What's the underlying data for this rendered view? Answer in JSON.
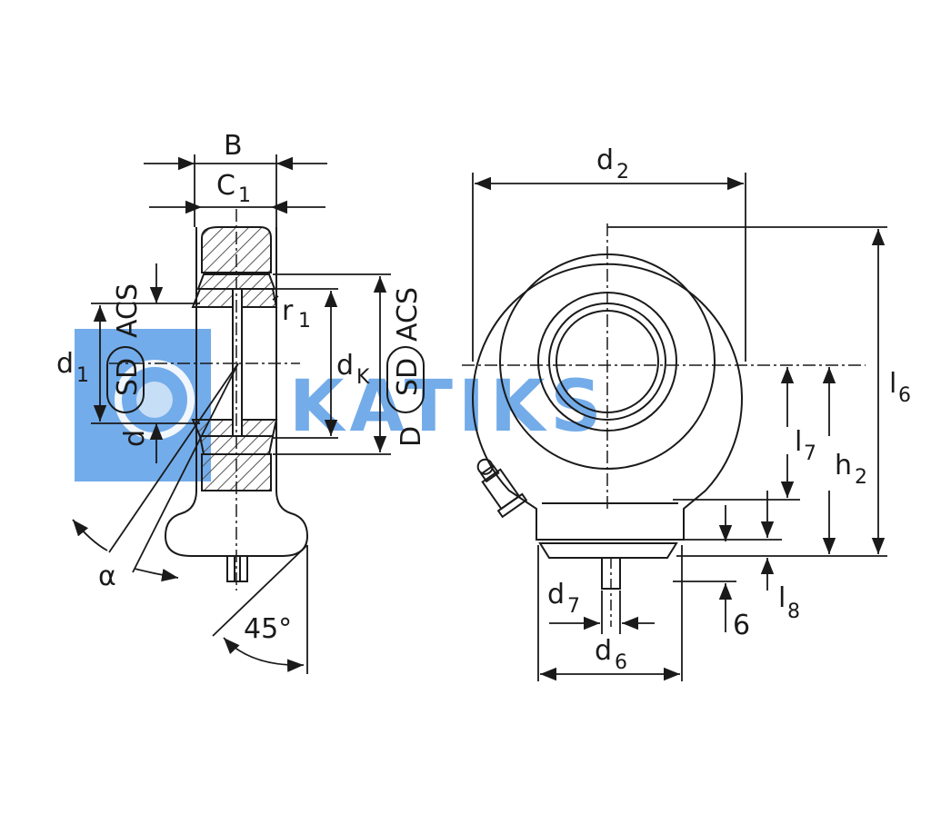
{
  "labels": {
    "B": "B",
    "C1": "C",
    "C1_sub": "1",
    "d1": "d",
    "d1_sub": "1",
    "r1": "r",
    "r1_sub": "1",
    "dK": "d",
    "dK_sub": "K",
    "d_left": "d",
    "D_mid": "D",
    "alpha": "α",
    "angle45": "45°",
    "d2": "d",
    "d2_sub": "2",
    "l6": "l",
    "l6_sub": "6",
    "l7": "l",
    "l7_sub": "7",
    "h2": "h",
    "h2_sub": "2",
    "l8": "l",
    "l8_sub": "8",
    "six": "6",
    "d7": "d",
    "d7_sub": "7",
    "d6": "d",
    "d6_sub": "6"
  },
  "badges": {
    "left_sd": "SD",
    "left_acs": "ACS",
    "right_sd": "SD",
    "right_acs": "ACS"
  },
  "watermark": {
    "text": "KATIKS",
    "color": "#5b9ee6"
  },
  "colors": {
    "line": "#1a1a1a",
    "hatch": "#555555"
  }
}
